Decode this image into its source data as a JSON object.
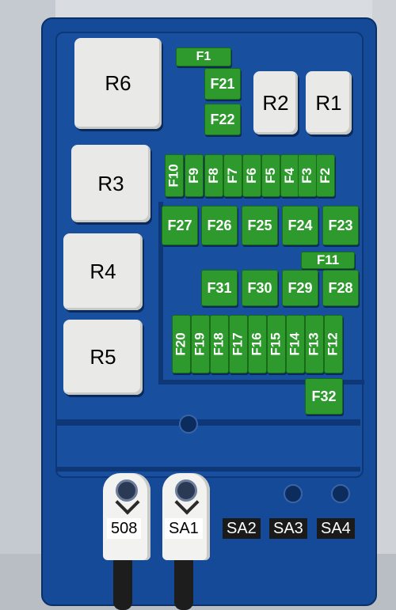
{
  "relays": {
    "r6": "R6",
    "r2": "R2",
    "r1": "R1",
    "r3": "R3",
    "r4": "R4",
    "r5": "R5"
  },
  "fuses": {
    "f1": "F1",
    "f21": "F21",
    "f22": "F22",
    "f10": "F10",
    "f9": "F9",
    "f8": "F8",
    "f7": "F7",
    "f6": "F6",
    "f5": "F5",
    "f4": "F4",
    "f3": "F3",
    "f2": "F2",
    "f27": "F27",
    "f26": "F26",
    "f25": "F25",
    "f24": "F24",
    "f23": "F23",
    "f11": "F11",
    "f31": "F31",
    "f30": "F30",
    "f29": "F29",
    "f28": "F28",
    "f20": "F20",
    "f19": "F19",
    "f18": "F18",
    "f17": "F17",
    "f16": "F16",
    "f15": "F15",
    "f14": "F14",
    "f13": "F13",
    "f12": "F12",
    "f32": "F32"
  },
  "terminals": {
    "t508": "508",
    "sa1": "SA1",
    "sa2": "SA2",
    "sa3": "SA3",
    "sa4": "SA4"
  },
  "colors": {
    "housing": "#154a99",
    "fuse": "#2e9a2e",
    "relay": "#e9e9e7"
  }
}
